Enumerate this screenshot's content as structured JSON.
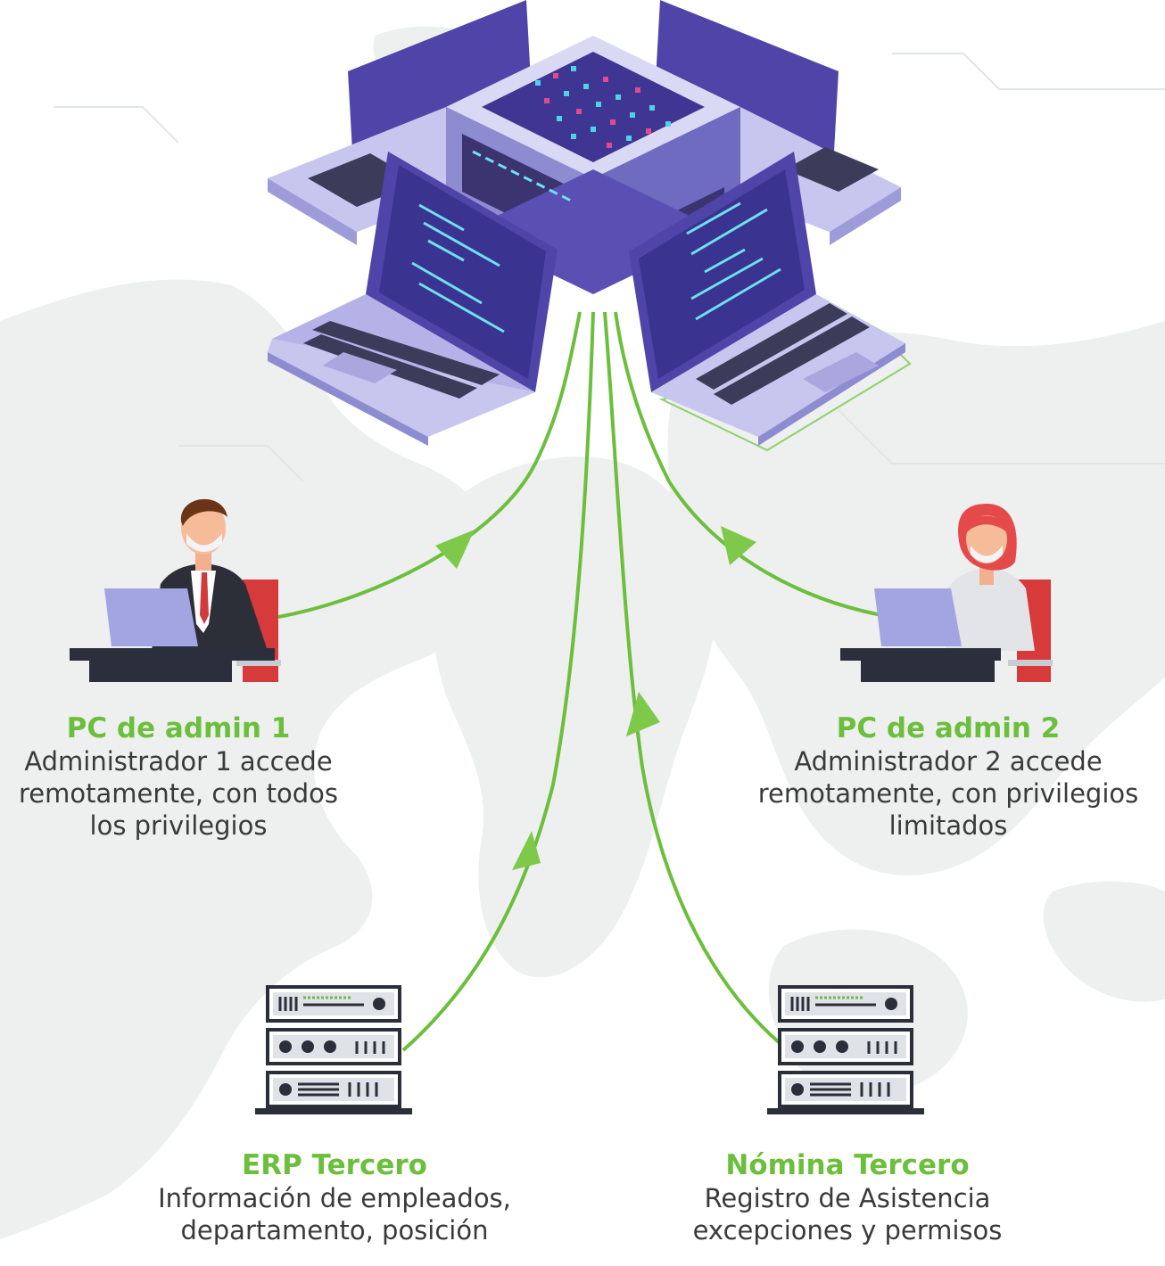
{
  "colors": {
    "accent_green": "#6cbf3c",
    "text_dark": "#3a3a3a",
    "server_purple": "#4a3f9e",
    "laptop_lavender": "#c7c6ee",
    "map_gray": "#eeefef"
  },
  "nodes": {
    "admin1": {
      "title": "PC de admin 1",
      "description": "Administrador 1 accede\nremotamente, con todos\nlos privilegios"
    },
    "admin2": {
      "title": "PC de admin 2",
      "description": "Administrador 2 accede\nremotamente, con privilegios\nlimitados"
    },
    "erp": {
      "title": "ERP Tercero",
      "description": "Información de empleados,\ndepartamento, posición"
    },
    "nomina": {
      "title": "Nómina Tercero",
      "description": "Registro de Asistencia\nexcepciones y permisos"
    }
  },
  "icons": [
    "central-server-icon",
    "laptop-icon",
    "admin-man-icon",
    "admin-woman-icon",
    "server-rack-icon",
    "arrowhead-icon"
  ]
}
